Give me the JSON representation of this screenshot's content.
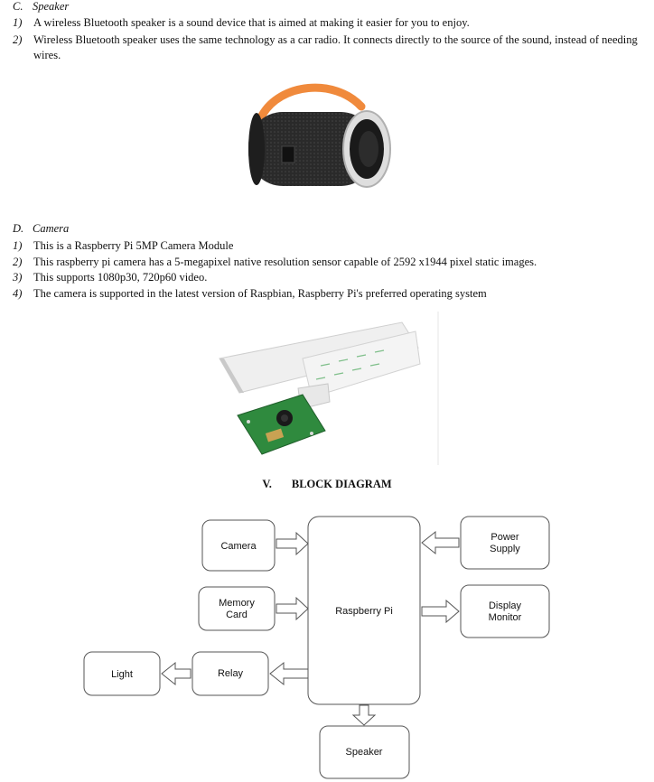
{
  "speaker_section": {
    "letter": "C.",
    "title": "Speaker",
    "items": [
      {
        "num": "1)",
        "text": "A wireless Bluetooth speaker is a sound device that is aimed at making it easier for you to enjoy."
      },
      {
        "num": "2)",
        "text": "Wireless Bluetooth speaker uses the same technology as a car radio. It connects directly to the source of the sound, instead of needing wires."
      }
    ]
  },
  "camera_section": {
    "letter": "D.",
    "title": "Camera",
    "items": [
      {
        "num": "1)",
        "text": "This is a Raspberry Pi 5MP Camera Module"
      },
      {
        "num": "2)",
        "text": "This raspberry pi camera has a 5-megapixel native resolution sensor capable of 2592 x1944 pixel static images."
      },
      {
        "num": "3)",
        "text": "This supports 1080p30, 720p60 video."
      },
      {
        "num": "4)",
        "text": "The camera is supported in the latest version of Raspbian, Raspberry Pi's preferred operating system"
      }
    ]
  },
  "block_diagram": {
    "roman": "V.",
    "heading": "BLOCK DIAGRAM",
    "blocks": {
      "camera": [
        "Camera"
      ],
      "memory": [
        "Memory",
        "Card"
      ],
      "raspberry": [
        "Raspberry Pi"
      ],
      "power": [
        "Power",
        "Supply"
      ],
      "display": [
        "Display",
        "Monitor"
      ],
      "relay": [
        "Relay"
      ],
      "light": [
        "Light"
      ],
      "speaker": [
        "Speaker"
      ]
    }
  },
  "colors": {
    "speaker_strap": "#f08a3c",
    "speaker_body": "#2a2a2a",
    "pcb_green": "#2f8a3e",
    "ribbon": "#ededed"
  }
}
